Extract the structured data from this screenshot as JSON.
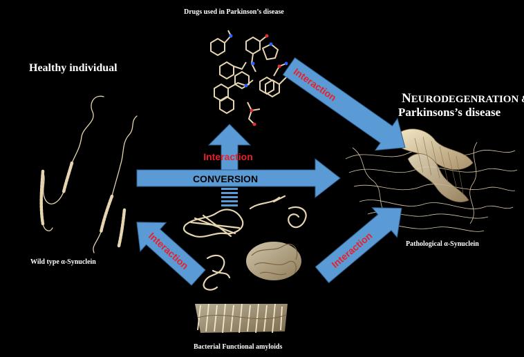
{
  "labels": {
    "drugs": "Drugs used in Parkinson’s disease",
    "healthy": "Healthy individual",
    "neuro_line1_cap": "N",
    "neuro_line1_rest": "EURODEGENRATION &",
    "neuro_line2": "Parkinsons’s disease",
    "wild_type": "Wild type α-Synuclein",
    "pathological": "Pathological α-Synuclein",
    "bacterial": "Bacterial Functional amyloids"
  },
  "arrows": {
    "interaction": "Interaction",
    "conversion": "CONVERSION"
  },
  "colors": {
    "background": "#000000",
    "arrow_fill": "#5b9bd5",
    "interaction_text": "#e8202a",
    "conversion_text": "#000000",
    "protein": "#e6d5b0"
  }
}
